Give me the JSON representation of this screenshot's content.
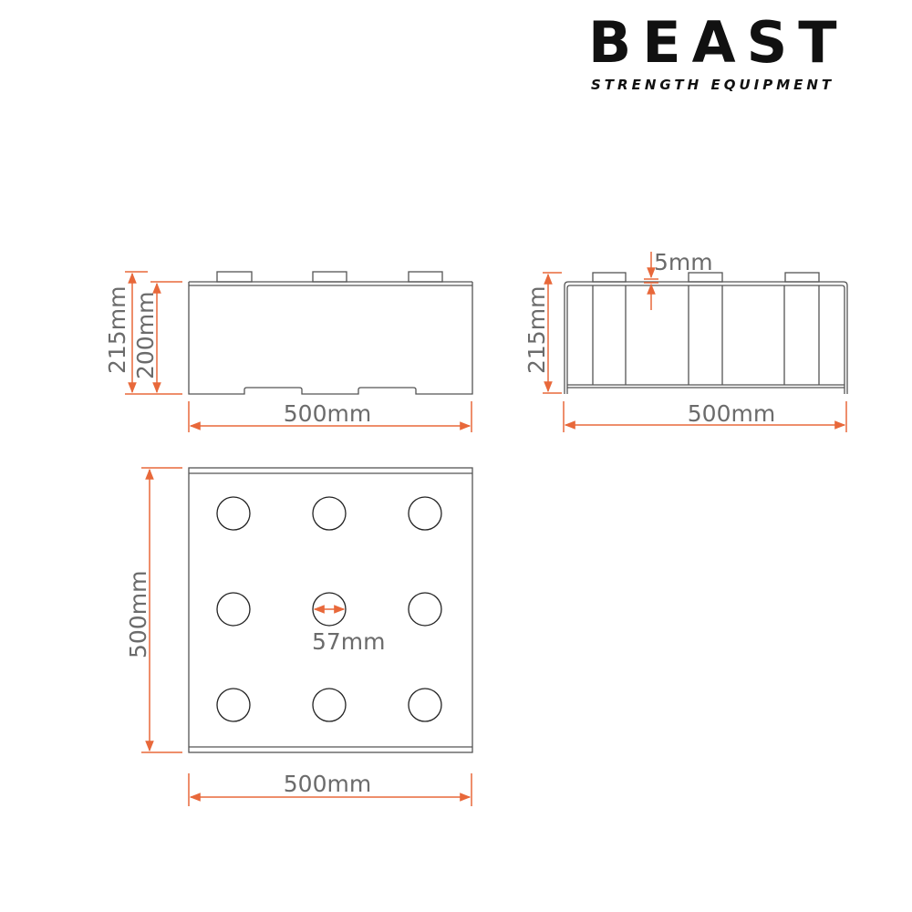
{
  "logo": {
    "brand": "BEAST",
    "tagline": "STRENGTH EQUIPMENT"
  },
  "front_view": {
    "height_total": "215mm",
    "height_body": "200mm",
    "width": "500mm"
  },
  "side_view": {
    "thickness": "5mm",
    "height_total": "215mm",
    "width": "500mm"
  },
  "top_view": {
    "depth": "500mm",
    "width": "500mm",
    "hole_diameter": "57mm"
  },
  "colors": {
    "dimension": "#e8683a",
    "text": "#6b6b6b",
    "outline": "#555555"
  }
}
